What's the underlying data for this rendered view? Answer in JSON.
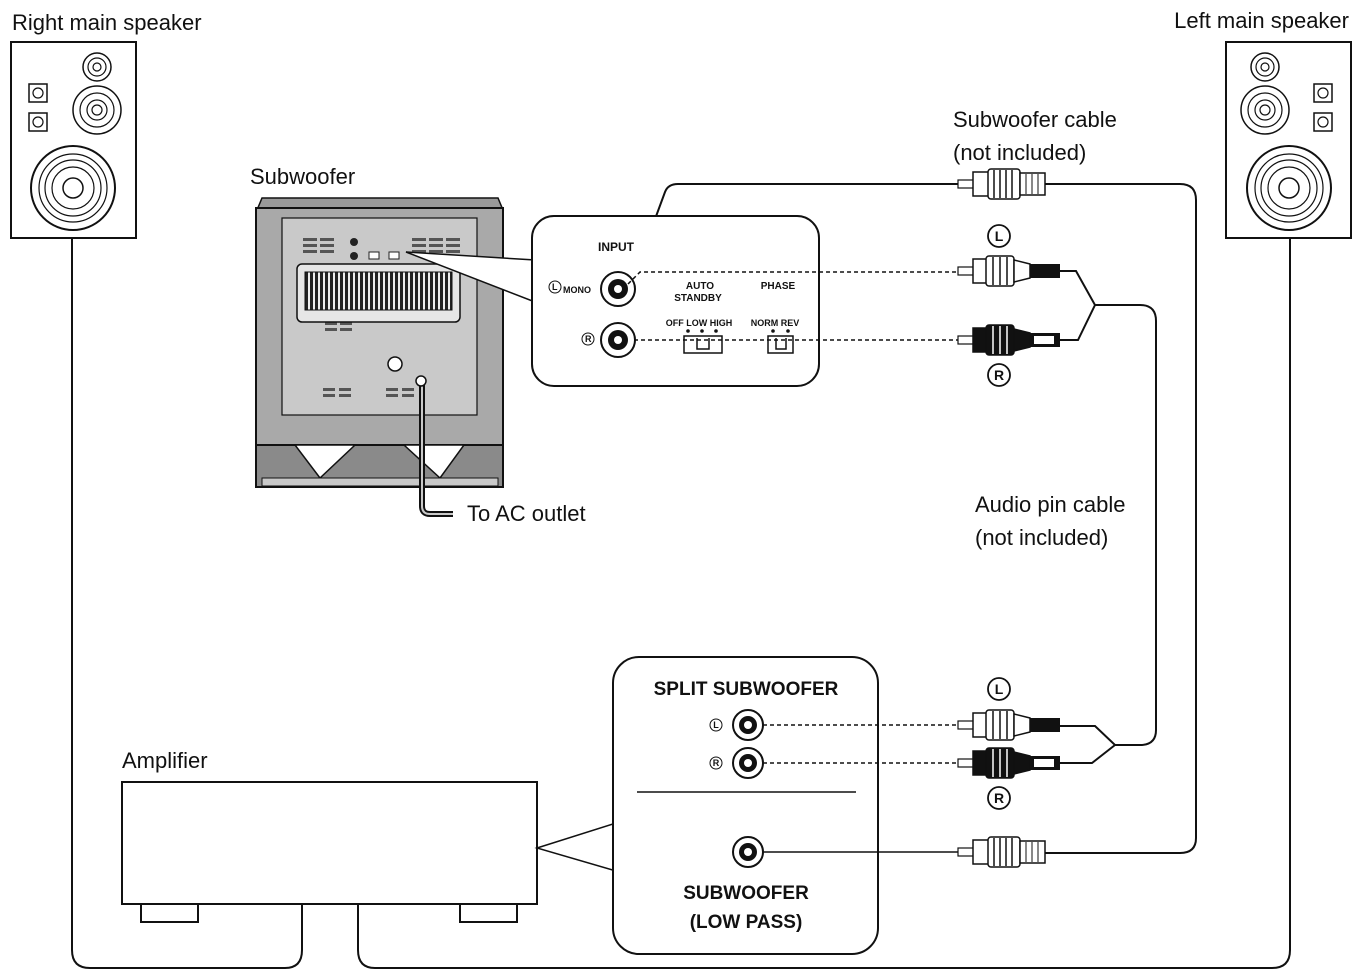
{
  "labels": {
    "right_speaker": "Right main speaker",
    "left_speaker": "Left main speaker",
    "subwoofer": "Subwoofer",
    "sub_cable_1": "Subwoofer cable",
    "sub_cable_2": "(not included)",
    "ac_outlet": "To AC outlet",
    "audio_cable_1": "Audio pin cable",
    "audio_cable_2": "(not included)",
    "amplifier": "Amplifier"
  },
  "sub_panel": {
    "input": "INPUT",
    "mono": "MONO",
    "l_mark": "L",
    "r_mark": "R",
    "auto_standby_1": "AUTO",
    "auto_standby_2": "STANDBY",
    "phase": "PHASE",
    "standby_options": "OFF LOW HIGH",
    "phase_options": "NORM REV"
  },
  "amp_panel": {
    "split_title": "SPLIT SUBWOOFER",
    "l_mark": "L",
    "r_mark": "R",
    "low_pass_1": "SUBWOOFER",
    "low_pass_2": "(LOW PASS)"
  },
  "plug_marks": {
    "l": "L",
    "r": "R"
  },
  "colors": {
    "line": "#111111",
    "panel_gray": "#c9c9c9",
    "panel_dark": "#8a8a8a",
    "background": "#ffffff"
  }
}
